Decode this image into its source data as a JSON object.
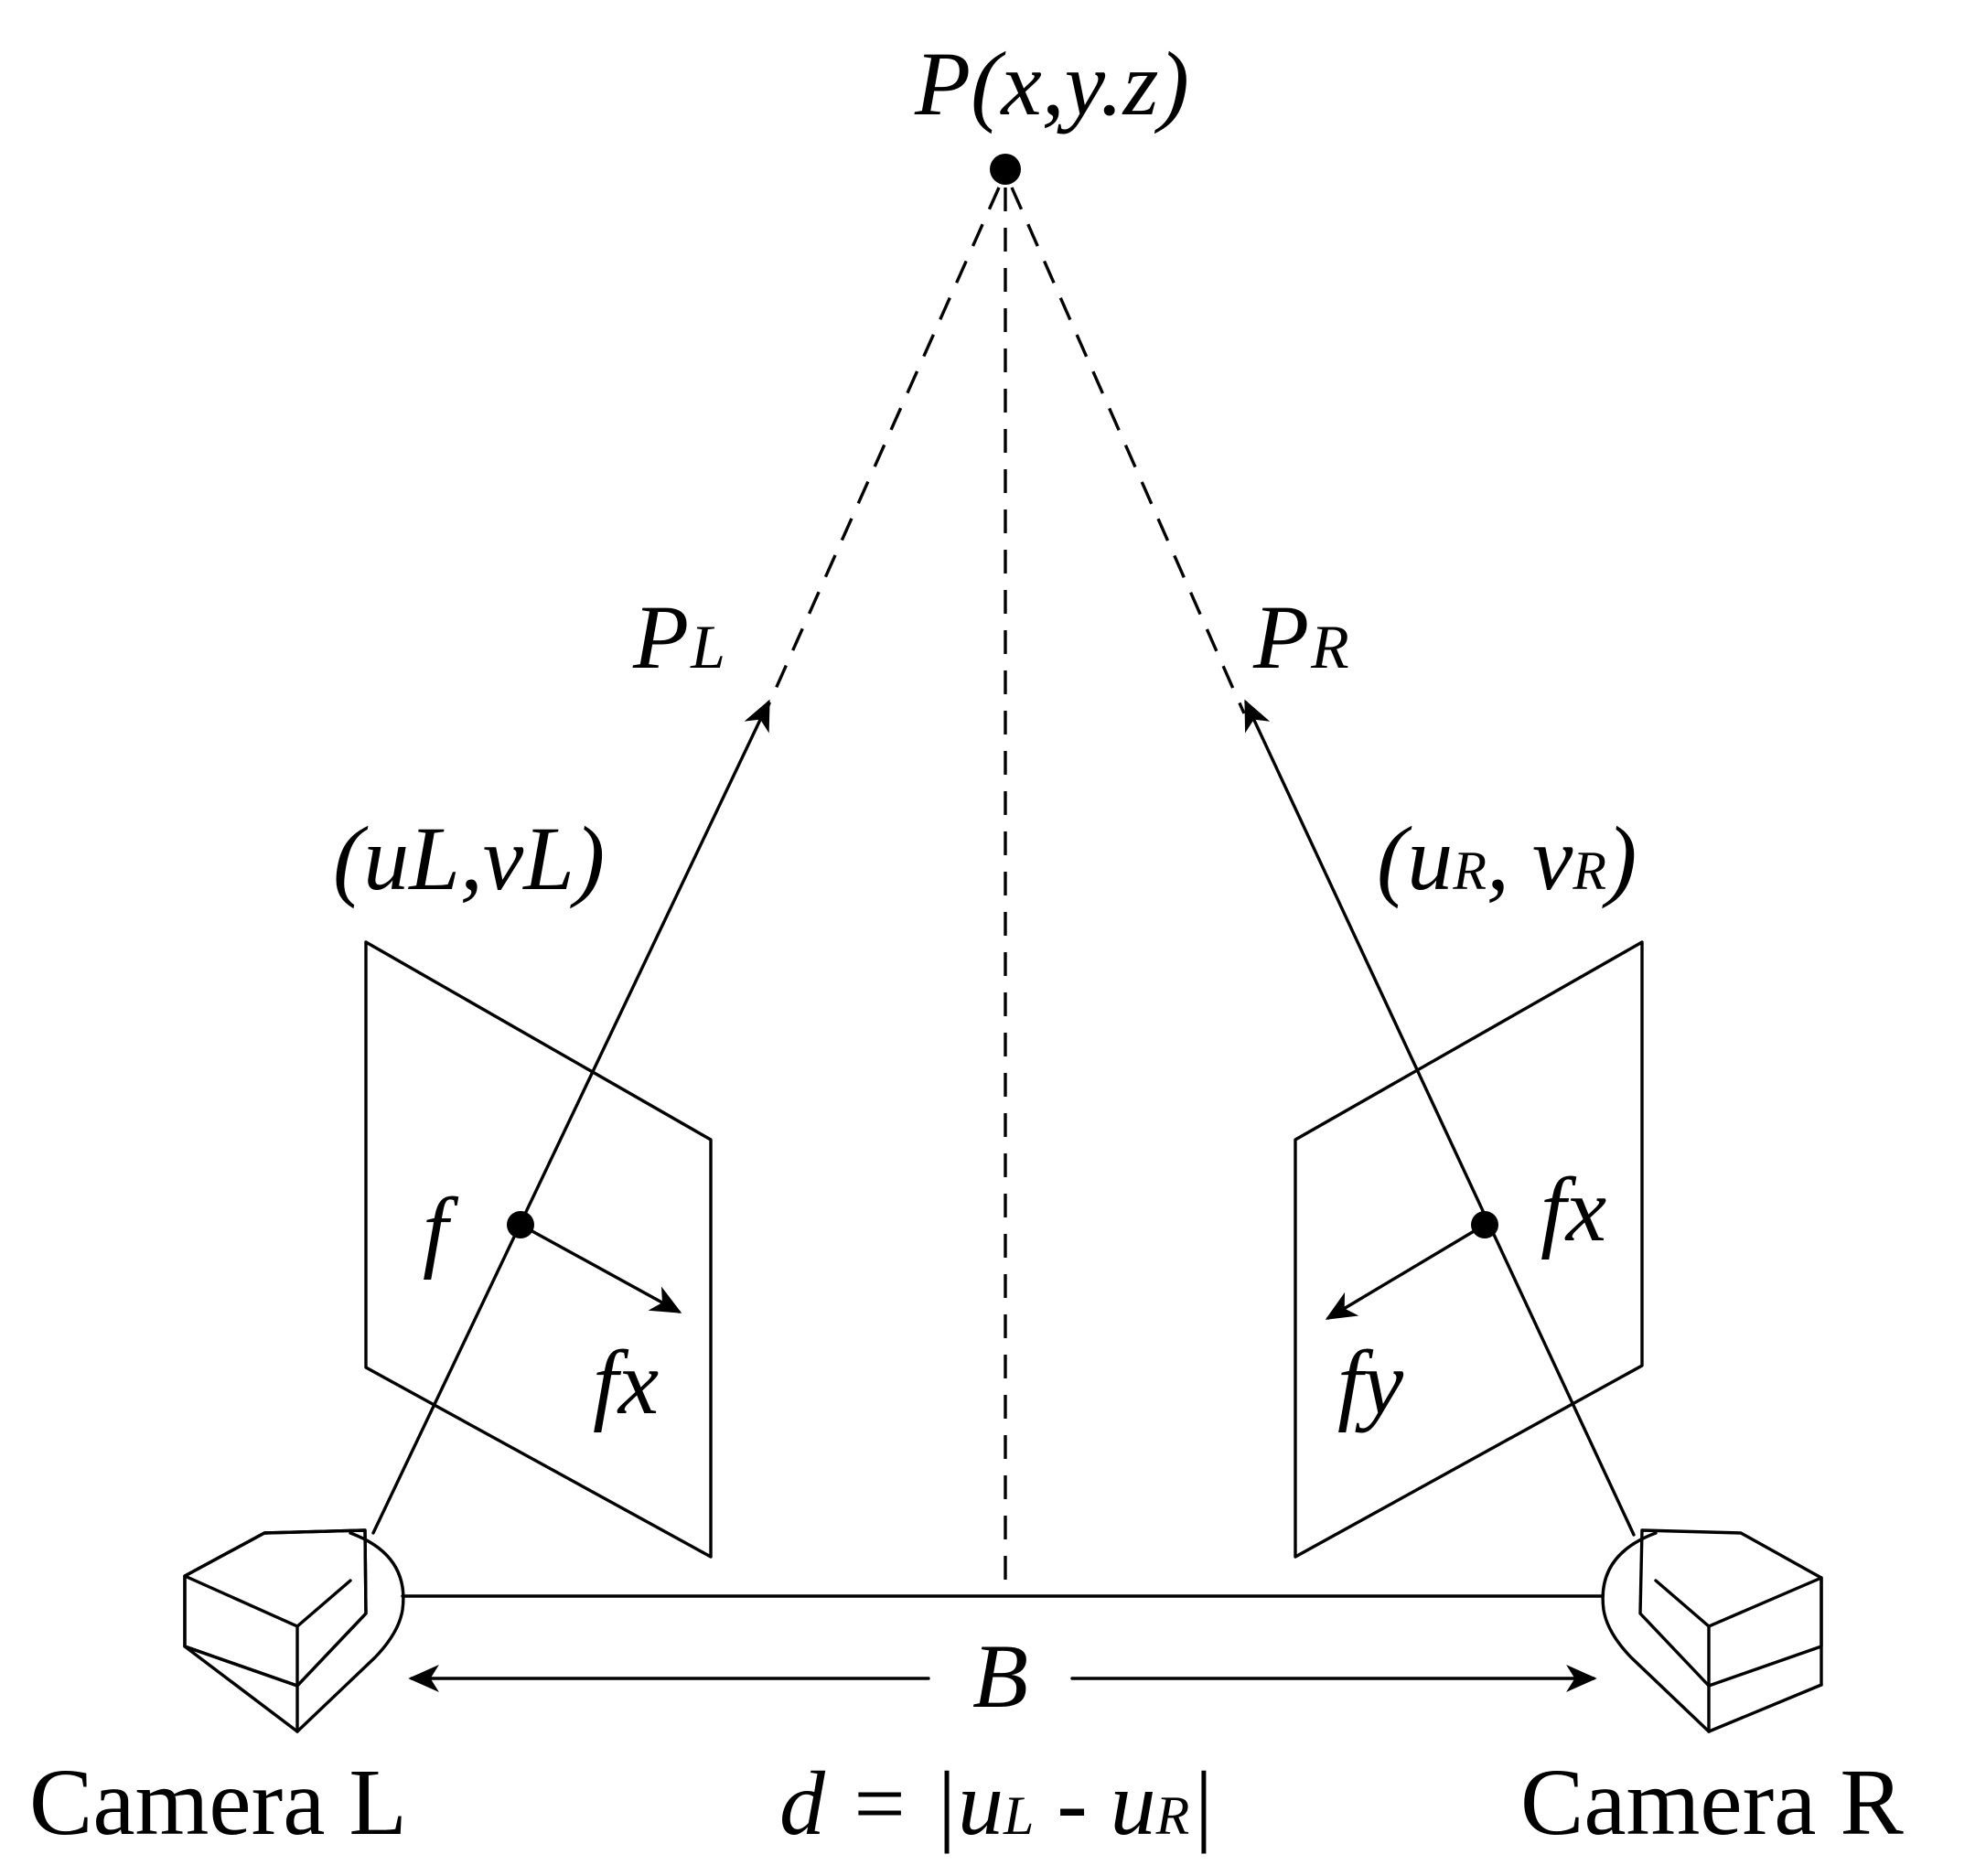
{
  "point": {
    "P": "P",
    "coords": "(x,y.z)"
  },
  "projections": {
    "left": {
      "main": "P",
      "sub": "L"
    },
    "right": {
      "main": "P",
      "sub": "R"
    }
  },
  "image_coords": {
    "left": "(uL,vL)",
    "right": {
      "open": "(u",
      "sub1": "R",
      "mid": ", v",
      "sub2": "R",
      "close": ")"
    }
  },
  "left_plane": {
    "focal": "f",
    "axis": "fx"
  },
  "right_plane": {
    "axis_x": "fx",
    "axis_y": "fy"
  },
  "baseline": "B",
  "disparity": {
    "lhs": "d = |u",
    "sub1": "L",
    "mid": " - u",
    "sub2": "R",
    "close": "|"
  },
  "cameras": {
    "left": "Camera L",
    "right": "Camera R"
  }
}
